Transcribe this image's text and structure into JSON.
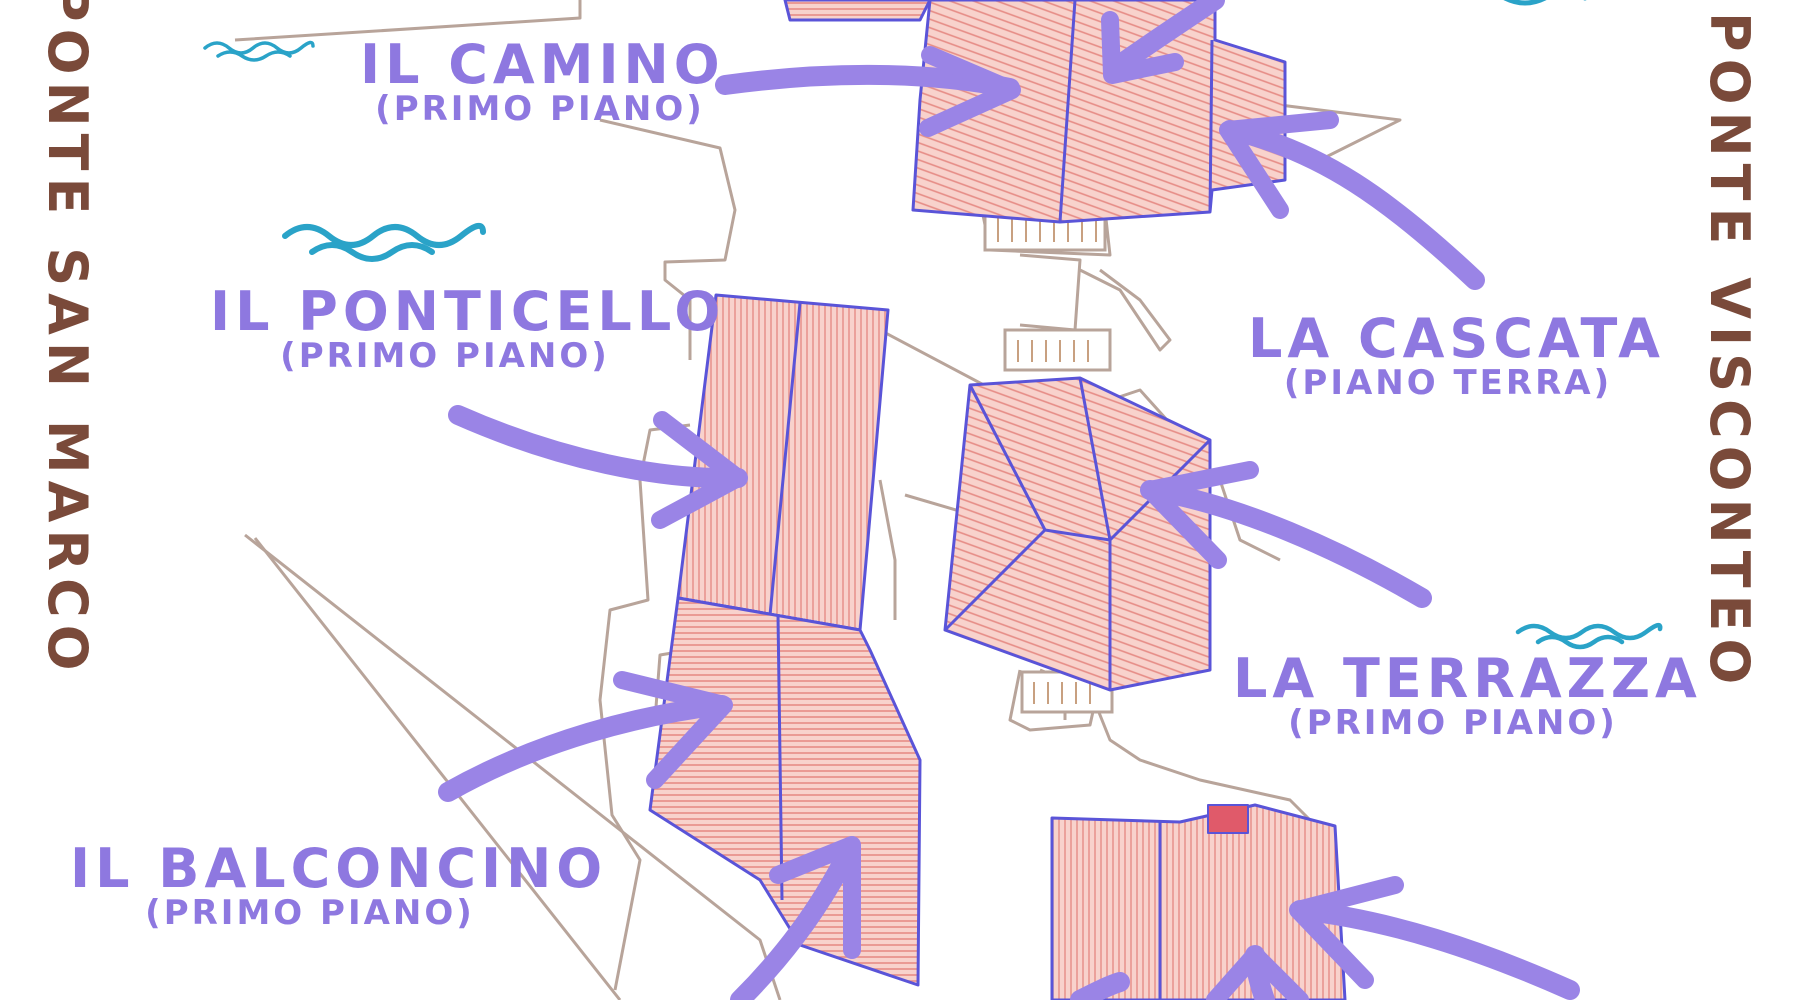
{
  "bridges": {
    "left": "PONTE SAN MARCO",
    "right": "PONTE VISCONTEO"
  },
  "rooms": [
    {
      "name": "IL CAMINO",
      "floor": "(PRIMO PIANO)"
    },
    {
      "name": "IL PONTICELLO",
      "floor": "(PRIMO PIANO)"
    },
    {
      "name": "LA CASCATA",
      "floor": "(PIANO TERRA)"
    },
    {
      "name": "LA TERRAZZA",
      "floor": "(PRIMO PIANO)"
    },
    {
      "name": "IL BALCONCINO",
      "floor": "(PRIMO PIANO)"
    }
  ],
  "colors": {
    "label": "#8e78e0",
    "arrow": "#9a84e6",
    "bridge_text": "#7a4a3a",
    "roof_fill": "#f6c8c2",
    "roof_hatch": "#e68c86",
    "roof_outline": "#5a54d8",
    "plan_lines": "#b8a49a",
    "water": "#2aa3c8"
  },
  "icons": [
    "water-wave-icon",
    "arrow-icon"
  ]
}
